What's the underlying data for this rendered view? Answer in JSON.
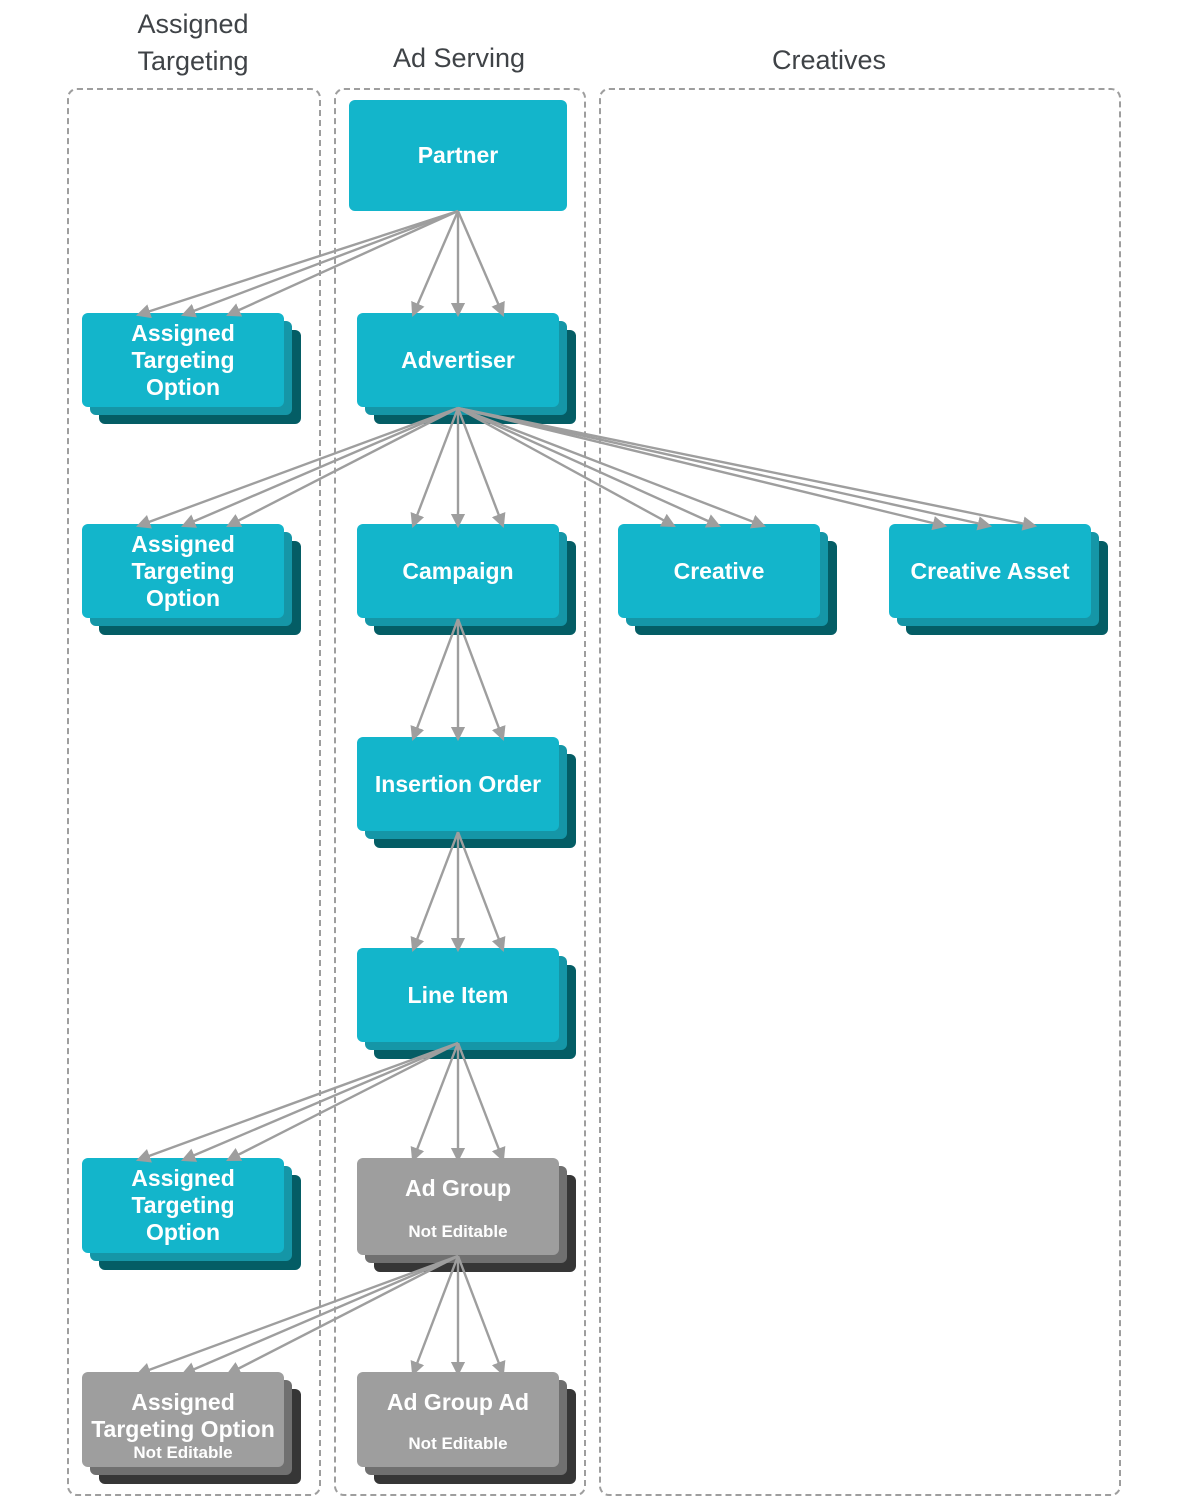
{
  "columns": [
    {
      "id": "assigned-targeting",
      "label": "Assigned\nTargeting"
    },
    {
      "id": "ad-serving",
      "label": "Ad Serving"
    },
    {
      "id": "creatives",
      "label": "Creatives"
    }
  ],
  "nodes": [
    {
      "id": "partner",
      "label": "Partner",
      "column": "ad-serving",
      "editable": true,
      "multiple": false
    },
    {
      "id": "assigned-targeting-option-partner",
      "label": "Assigned\nTargeting\nOption",
      "column": "assigned-targeting",
      "editable": true,
      "multiple": true
    },
    {
      "id": "advertiser",
      "label": "Advertiser",
      "column": "ad-serving",
      "editable": true,
      "multiple": true
    },
    {
      "id": "assigned-targeting-option-advertiser",
      "label": "Assigned\nTargeting\nOption",
      "column": "assigned-targeting",
      "editable": true,
      "multiple": true
    },
    {
      "id": "campaign",
      "label": "Campaign",
      "column": "ad-serving",
      "editable": true,
      "multiple": true
    },
    {
      "id": "creative",
      "label": "Creative",
      "column": "creatives",
      "editable": true,
      "multiple": true
    },
    {
      "id": "creative-asset",
      "label": "Creative Asset",
      "column": "creatives",
      "editable": true,
      "multiple": true
    },
    {
      "id": "insertion-order",
      "label": "Insertion Order",
      "column": "ad-serving",
      "editable": true,
      "multiple": true
    },
    {
      "id": "line-item",
      "label": "Line Item",
      "column": "ad-serving",
      "editable": true,
      "multiple": true
    },
    {
      "id": "assigned-targeting-option-line-item",
      "label": "Assigned\nTargeting\nOption",
      "column": "assigned-targeting",
      "editable": true,
      "multiple": true
    },
    {
      "id": "ad-group",
      "label": "Ad Group",
      "sublabel": "Not Editable",
      "column": "ad-serving",
      "editable": false,
      "multiple": true
    },
    {
      "id": "assigned-targeting-option-ad-group",
      "label": "Assigned\nTargeting Option",
      "sublabel": "Not Editable",
      "column": "assigned-targeting",
      "editable": false,
      "multiple": true
    },
    {
      "id": "ad-group-ad",
      "label": "Ad Group Ad",
      "sublabel": "Not Editable",
      "column": "ad-serving",
      "editable": false,
      "multiple": true
    }
  ],
  "edges": [
    {
      "from": "partner",
      "to": "assigned-targeting-option-partner",
      "cardinality": "one-to-many"
    },
    {
      "from": "partner",
      "to": "advertiser",
      "cardinality": "one-to-many"
    },
    {
      "from": "advertiser",
      "to": "assigned-targeting-option-advertiser",
      "cardinality": "one-to-many"
    },
    {
      "from": "advertiser",
      "to": "campaign",
      "cardinality": "one-to-many"
    },
    {
      "from": "advertiser",
      "to": "creative",
      "cardinality": "one-to-many"
    },
    {
      "from": "advertiser",
      "to": "creative-asset",
      "cardinality": "one-to-many"
    },
    {
      "from": "campaign",
      "to": "insertion-order",
      "cardinality": "one-to-many"
    },
    {
      "from": "insertion-order",
      "to": "line-item",
      "cardinality": "one-to-many"
    },
    {
      "from": "line-item",
      "to": "assigned-targeting-option-line-item",
      "cardinality": "one-to-many"
    },
    {
      "from": "line-item",
      "to": "ad-group",
      "cardinality": "one-to-many"
    },
    {
      "from": "ad-group",
      "to": "assigned-targeting-option-ad-group",
      "cardinality": "one-to-many"
    },
    {
      "from": "ad-group",
      "to": "ad-group-ad",
      "cardinality": "one-to-many"
    }
  ],
  "colors": {
    "node_teal": "#13b5cb",
    "node_teal_mid": "#1596a7",
    "node_teal_back": "#045d65",
    "node_gray": "#9e9e9e",
    "node_gray_mid": "#707070",
    "node_gray_back": "#363636",
    "arrow": "#9e9e9e",
    "border": "#9e9e9e",
    "header_text": "#3f4347"
  }
}
